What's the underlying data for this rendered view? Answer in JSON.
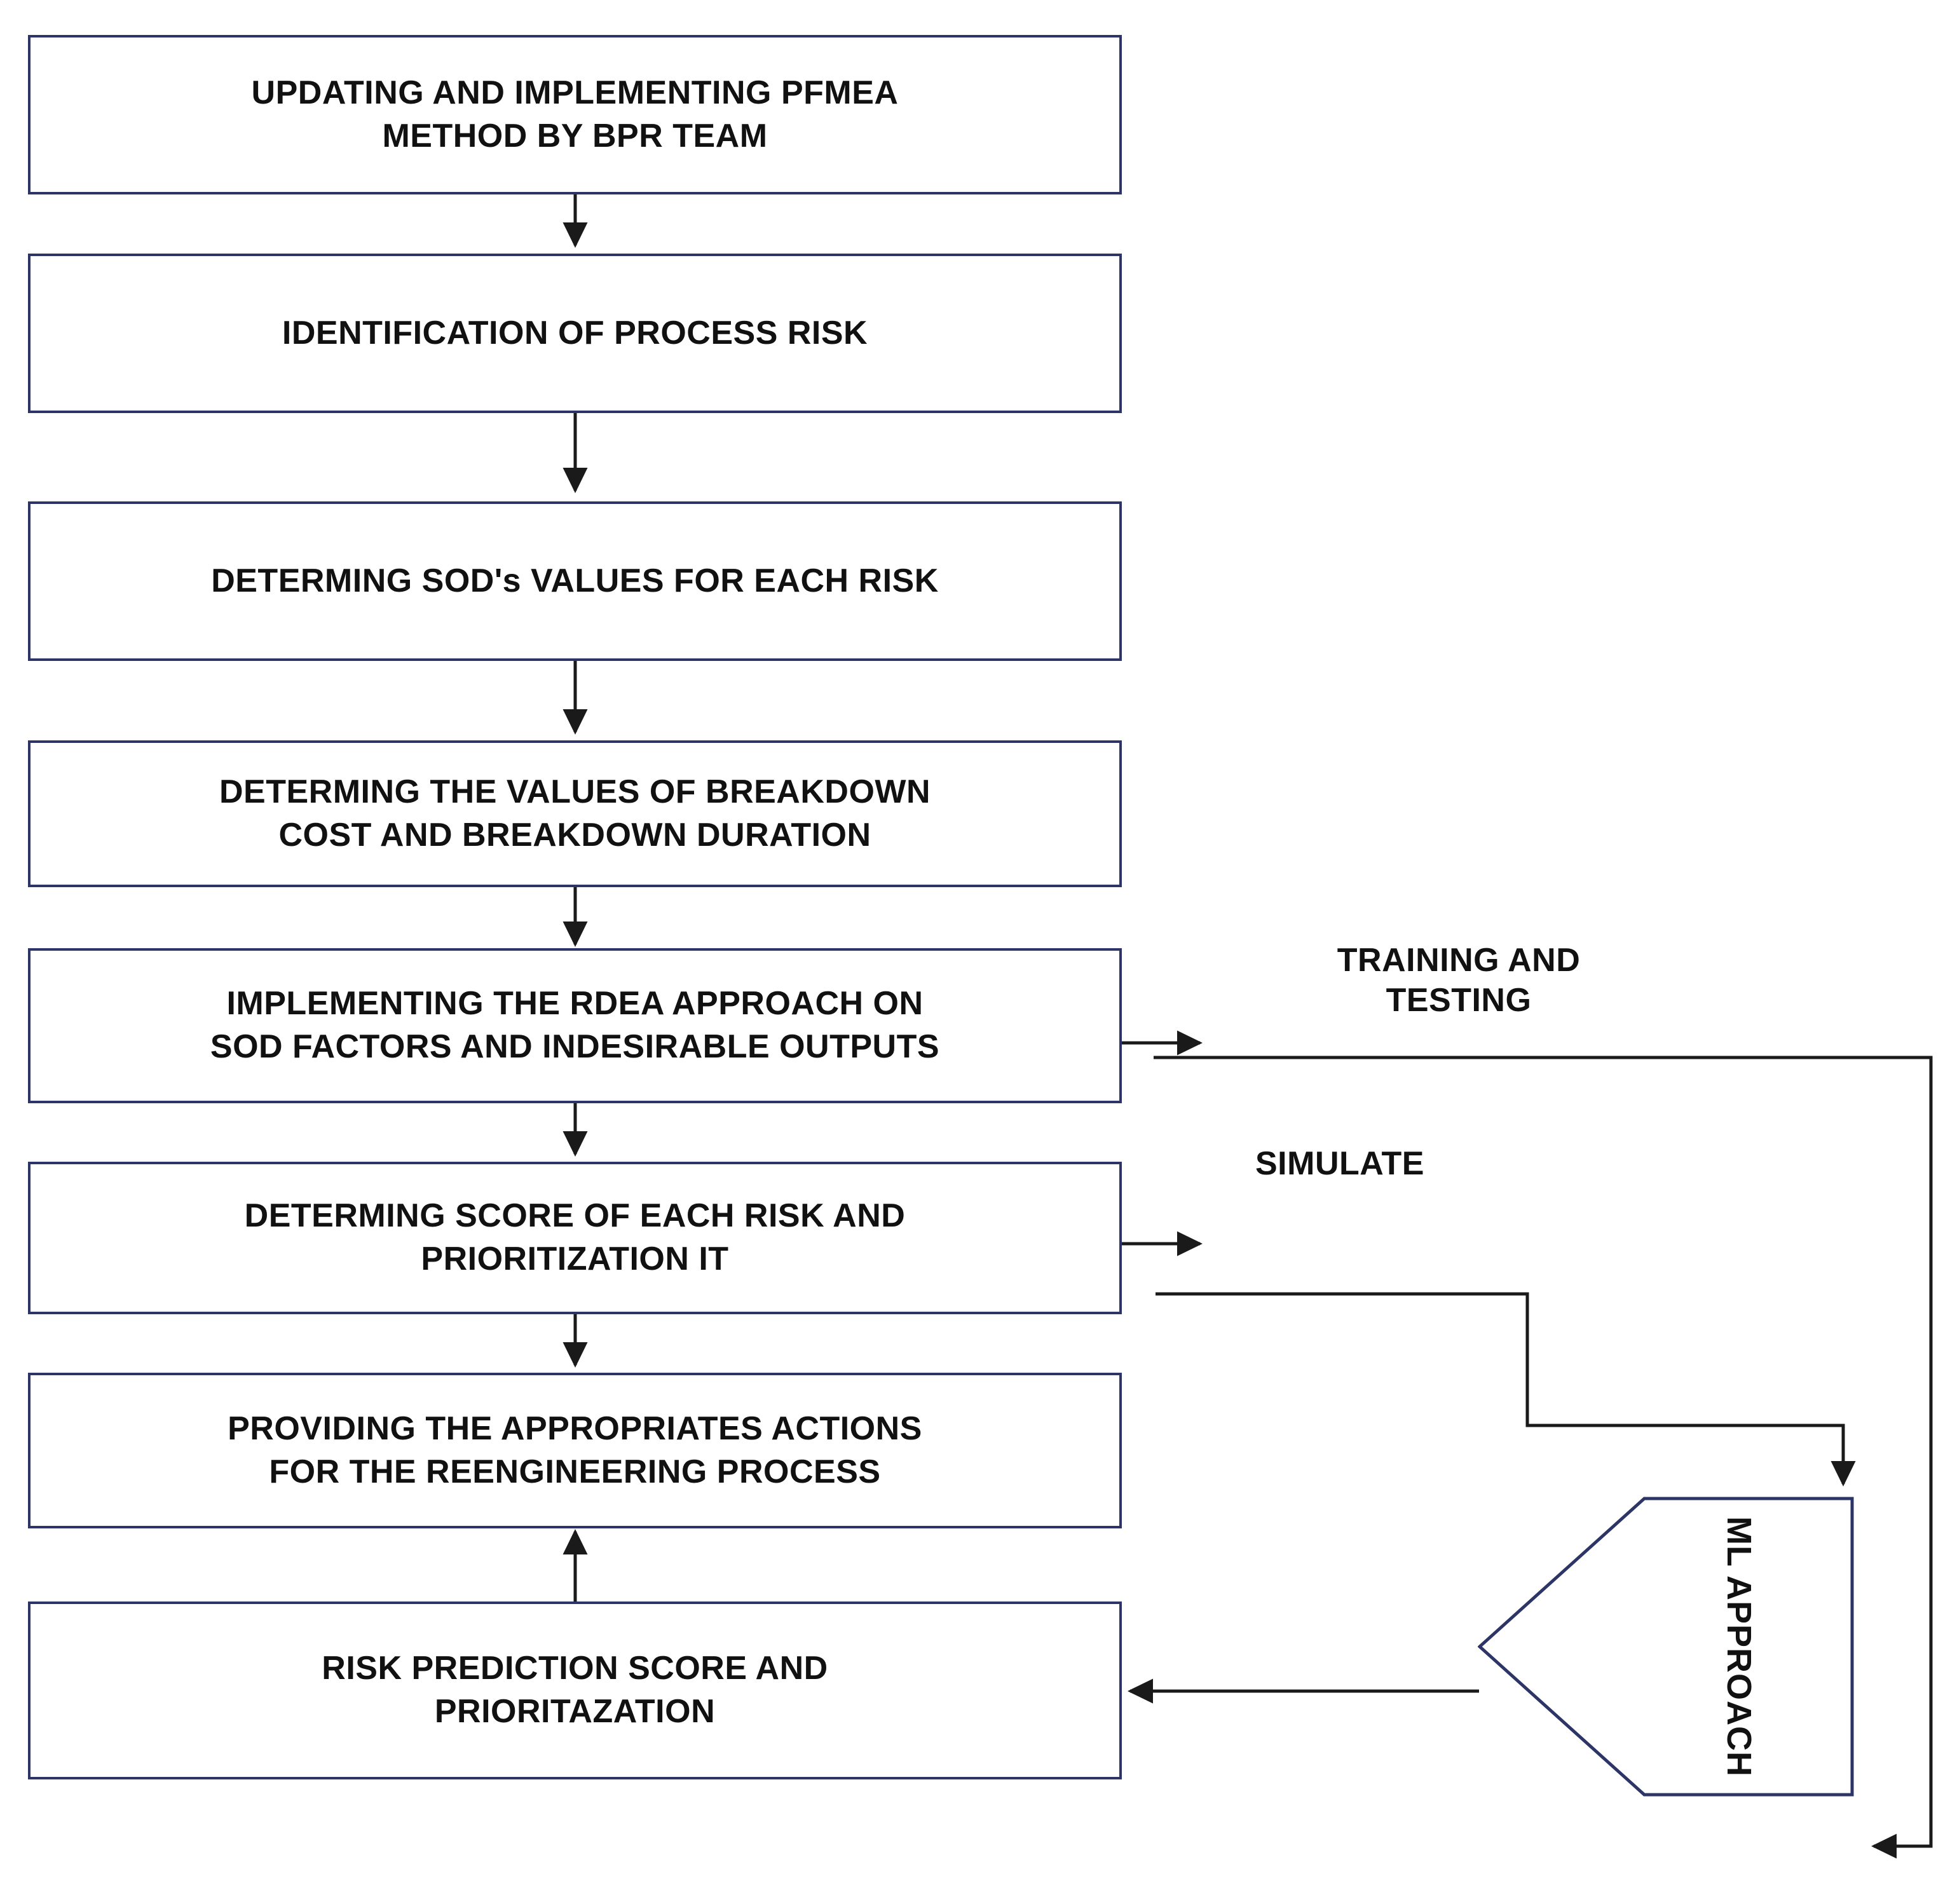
{
  "diagram": {
    "title": "PFMEA / RDEA risk-prioritization process flowchart",
    "colors": {
      "box_border": "#2c3566",
      "box_fill": "#ffffff",
      "connector": "#1a1a1a",
      "text": "#111111",
      "background": "#ffffff"
    },
    "nodes": [
      {
        "id": "n1",
        "shape": "rectangle",
        "label": "UPDATING AND IMPLEMENTING PFMEA\nMETHOD BY BPR TEAM"
      },
      {
        "id": "n2",
        "shape": "rectangle",
        "label": "IDENTIFICATION OF PROCESS RISK"
      },
      {
        "id": "n3",
        "shape": "rectangle",
        "label": "DETERMING SOD's VALUES FOR EACH RISK"
      },
      {
        "id": "n4",
        "shape": "rectangle",
        "label": "DETERMING THE VALUES OF  BREAKDOWN\nCOST AND BREAKDOWN DURATION"
      },
      {
        "id": "n5",
        "shape": "rectangle",
        "label": "IMPLEMENTING THE RDEA APPROACH ON\nSOD FACTORS AND INDESIRABLE OUTPUTS"
      },
      {
        "id": "n6",
        "shape": "rectangle",
        "label": "DETERMING SCORE OF EACH RISK AND\nPRIORITIZATION IT"
      },
      {
        "id": "n7",
        "shape": "rectangle",
        "label": "PROVIDING THE APPROPRIATES ACTIONS\nFOR THE REENGINEERING PROCESS"
      },
      {
        "id": "n8",
        "shape": "rectangle",
        "label": "RISK PREDICTION SCORE AND\nPRIORITAZATION"
      },
      {
        "id": "n9",
        "shape": "pentagon-left",
        "label": "ML APPROACH"
      }
    ],
    "edge_labels": [
      {
        "id": "e1",
        "label": "TRAINING AND\nTESTING"
      },
      {
        "id": "e2",
        "label": "SIMULATE"
      }
    ],
    "edges": [
      {
        "from": "n1",
        "to": "n2",
        "kind": "arrow-down"
      },
      {
        "from": "n2",
        "to": "n3",
        "kind": "arrow-down"
      },
      {
        "from": "n3",
        "to": "n4",
        "kind": "arrow-down"
      },
      {
        "from": "n4",
        "to": "n5",
        "kind": "arrow-down"
      },
      {
        "from": "n5",
        "to": "n6",
        "kind": "arrow-down"
      },
      {
        "from": "n6",
        "to": "n7",
        "kind": "arrow-down"
      },
      {
        "from": "n8",
        "to": "n7",
        "kind": "arrow-up"
      },
      {
        "from": "n5",
        "to": "e1",
        "kind": "arrow-right"
      },
      {
        "from": "n6",
        "to": "e2",
        "kind": "arrow-right"
      },
      {
        "from": "n5",
        "to": "n9",
        "kind": "elbow-right-down"
      },
      {
        "from": "n6",
        "to": "n9",
        "kind": "stair-right-down"
      },
      {
        "from": "n9",
        "to": "n8",
        "kind": "arrow-left"
      }
    ]
  }
}
